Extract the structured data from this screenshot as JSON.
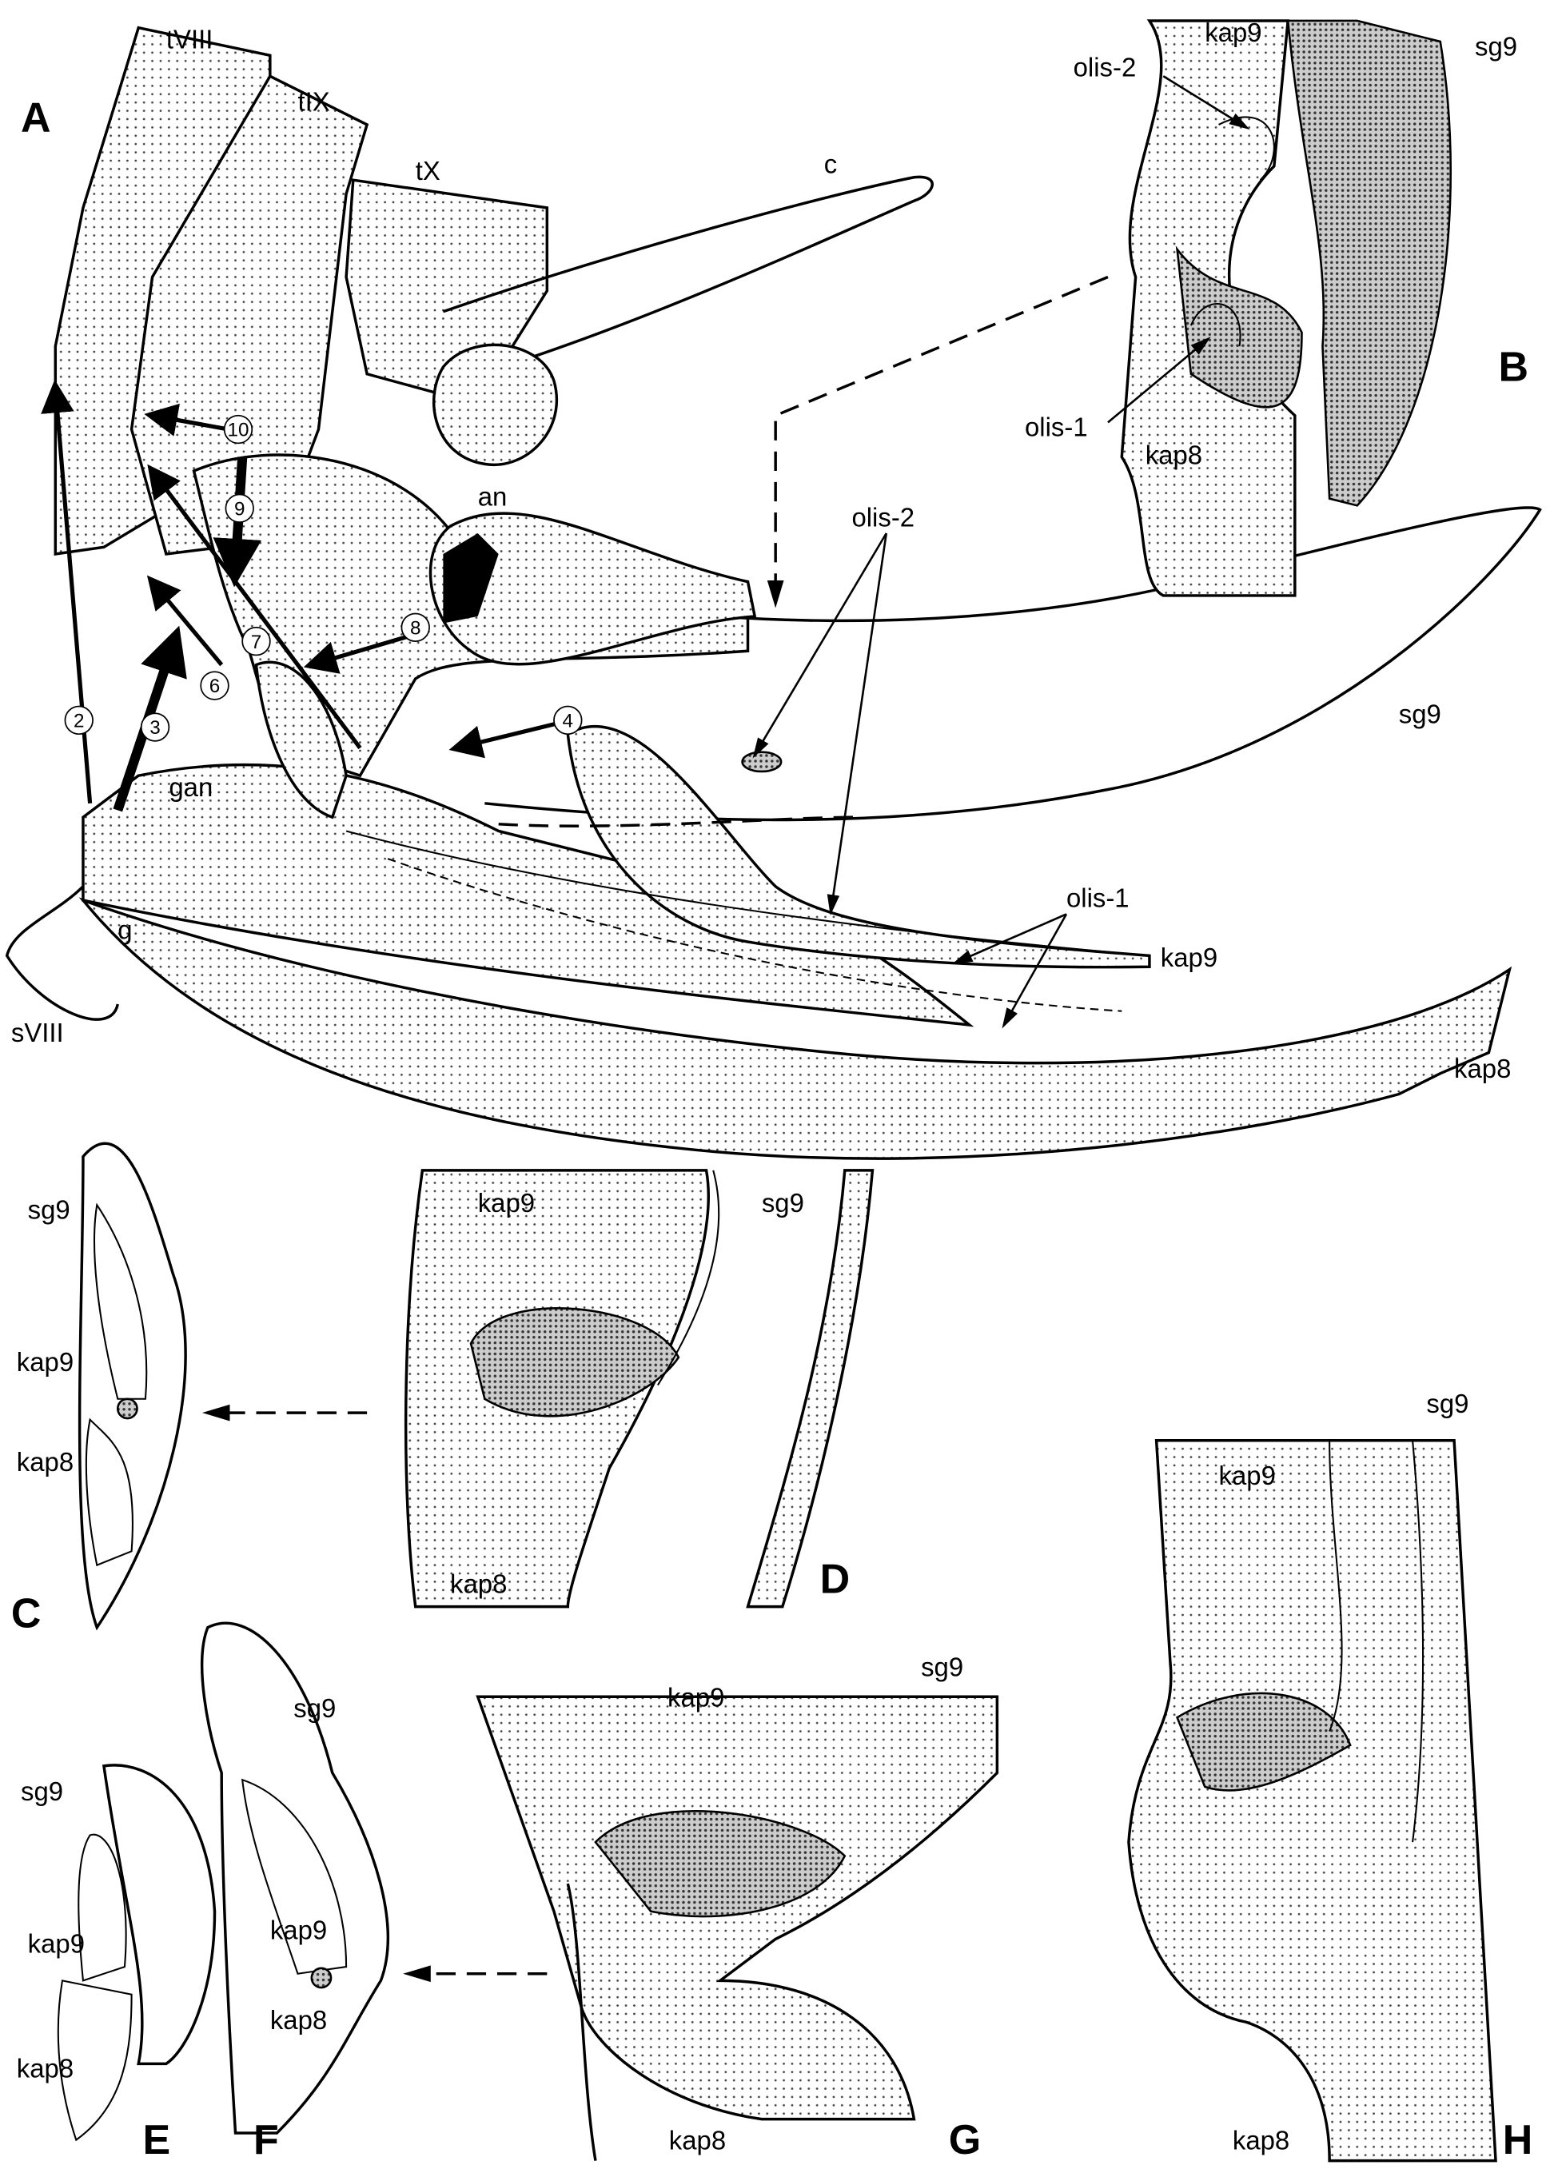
{
  "panels": {
    "A": "A",
    "B": "B",
    "C": "C",
    "D": "D",
    "E": "E",
    "F": "F",
    "G": "G",
    "H": "H"
  },
  "panel_a": {
    "labels": {
      "tVIII": "tVIII",
      "tIX": "tIX",
      "tX": "tX",
      "c": "c",
      "an": "an",
      "olis2": "olis-2",
      "sg9": "sg9",
      "olis1": "olis-1",
      "kap9": "kap9",
      "kap8": "kap8",
      "gan": "gan",
      "g": "g",
      "sVIII": "sVIII"
    },
    "muscle_numbers": [
      "2",
      "3",
      "4",
      "6",
      "7",
      "8",
      "9",
      "10"
    ]
  },
  "panel_b": {
    "kap9": "kap9",
    "sg9": "sg9",
    "olis2": "olis-2",
    "olis1": "olis-1",
    "kap8": "kap8"
  },
  "panel_c": {
    "sg9": "sg9",
    "kap9": "kap9",
    "kap8": "kap8"
  },
  "panel_d": {
    "kap9": "kap9",
    "sg9": "sg9",
    "kap8": "kap8"
  },
  "panel_e": {
    "sg9": "sg9",
    "kap9": "kap9",
    "kap8": "kap8"
  },
  "panel_f": {
    "sg9": "sg9",
    "kap9": "kap9",
    "kap8": "kap8"
  },
  "panel_g": {
    "kap9": "kap9",
    "sg9": "sg9",
    "kap8": "kap8"
  },
  "panel_h": {
    "kap9": "kap9",
    "sg9": "sg9",
    "kap8": "kap8"
  }
}
